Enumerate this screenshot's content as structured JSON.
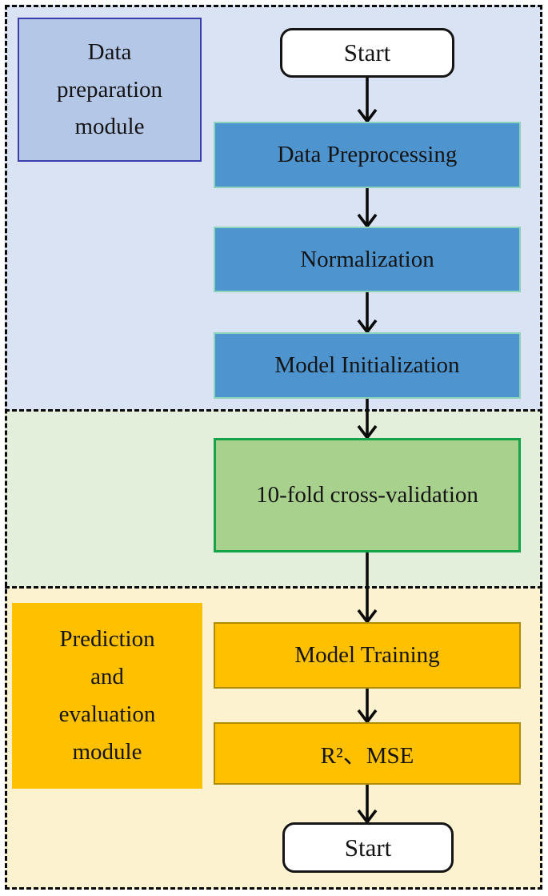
{
  "flowchart": {
    "type": "vertical-flowchart",
    "sections": [
      {
        "id": "data-preparation",
        "module_label": "Data preparation module",
        "background": "#dae3f3",
        "module_fill": "#b4c7e7",
        "module_border": "#3a3dae"
      },
      {
        "id": "cross-validation",
        "background": "#e3eedb"
      },
      {
        "id": "prediction-evaluation",
        "module_label": "Prediction and evaluation module",
        "background": "#fdf2cf",
        "module_fill": "#ffc000"
      }
    ],
    "nodes": [
      {
        "id": "start-top",
        "shape": "terminator",
        "label": "Start",
        "fill": "#ffffff",
        "border": "#141414"
      },
      {
        "id": "data-preprocessing",
        "shape": "process",
        "label": "Data Preprocessing",
        "fill": "#4e95d0",
        "border": "#8bd3bb"
      },
      {
        "id": "normalization",
        "shape": "process",
        "label": "Normalization",
        "fill": "#4e95d0",
        "border": "#8bd3bb"
      },
      {
        "id": "model-initialization",
        "shape": "process",
        "label": "Model Initialization",
        "fill": "#4e95d0",
        "border": "#8bd3bb"
      },
      {
        "id": "ten-fold-cross-validation",
        "shape": "process",
        "label": "10-fold cross-validation",
        "fill": "#a9d18e",
        "border": "#14a349"
      },
      {
        "id": "model-training",
        "shape": "process",
        "label": "Model Training",
        "fill": "#ffc000",
        "border": "#b18c00"
      },
      {
        "id": "r2-mse",
        "shape": "process",
        "label": "R²、MSE",
        "fill": "#ffc000",
        "border": "#b18c00"
      },
      {
        "id": "start-bottom",
        "shape": "terminator",
        "label": "Start",
        "fill": "#ffffff",
        "border": "#141414"
      }
    ],
    "edges": [
      {
        "from": "start-top",
        "to": "data-preprocessing"
      },
      {
        "from": "data-preprocessing",
        "to": "normalization"
      },
      {
        "from": "normalization",
        "to": "model-initialization"
      },
      {
        "from": "model-initialization",
        "to": "ten-fold-cross-validation"
      },
      {
        "from": "ten-fold-cross-validation",
        "to": "model-training"
      },
      {
        "from": "model-training",
        "to": "r2-mse"
      },
      {
        "from": "r2-mse",
        "to": "start-bottom"
      }
    ],
    "frame": {
      "style": "dashed",
      "color": "#0a0a0a"
    }
  }
}
